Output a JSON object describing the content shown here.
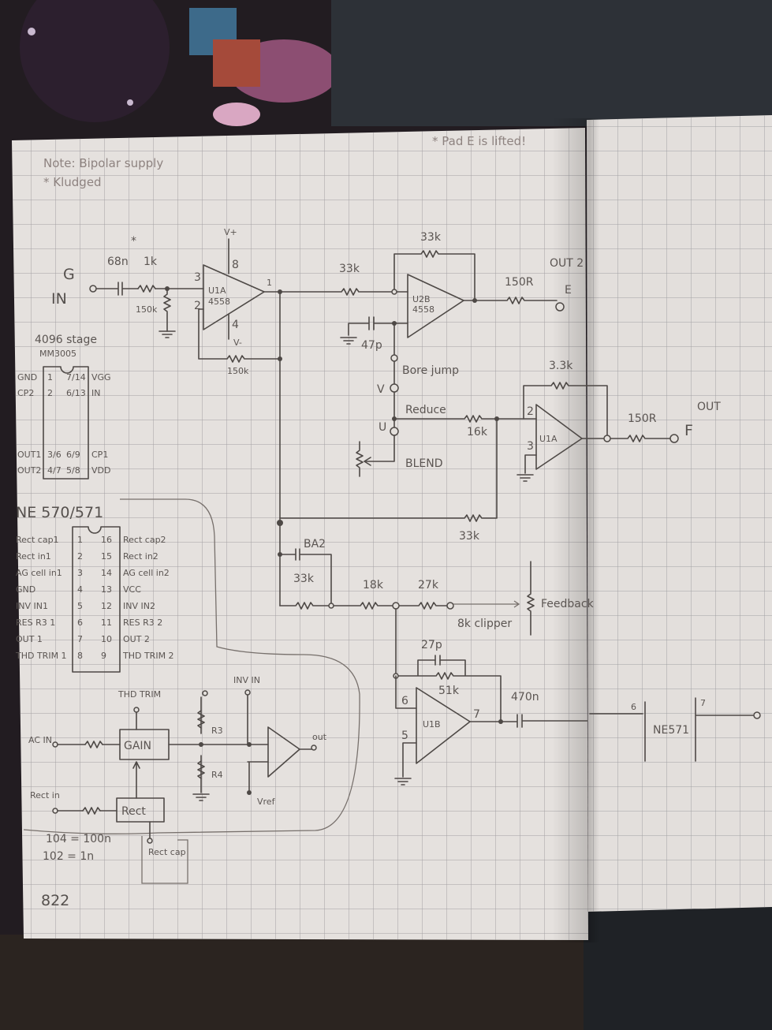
{
  "notes": {
    "supply": "Note: Bipolar supply",
    "kludged": "* Kludged",
    "pad": "* Pad E is lifted!",
    "page_no": "822",
    "cap_code_1": "104 = 100n",
    "cap_code_2": "102 = 1n"
  },
  "input_stage": {
    "g": "G",
    "in": "IN",
    "star": "*",
    "cap": "68n",
    "res": "1k",
    "shunt": "150k",
    "vplus": "V+",
    "vminus": "V-",
    "u": "U1A",
    "part": "4558",
    "pin3": "3",
    "pin2": "2",
    "pin8": "8",
    "pin4": "4",
    "pin1": "1",
    "fb": "150k"
  },
  "u2b_stage": {
    "rin": "33k",
    "rfb": "33k",
    "u": "U2B",
    "part": "4558",
    "cap": "47p",
    "rout": "150R",
    "out_label": "OUT 2",
    "out_letter": "E",
    "star": "*"
  },
  "blend": {
    "bore_jump": "Bore jump",
    "v1": "V",
    "v2": "U",
    "reduce": "Reduce",
    "res": "16k",
    "blend": "BLEND"
  },
  "out_stage": {
    "rfb": "3.3k",
    "u": "U1A",
    "pin_minus": "2",
    "pin_plus": "3",
    "rout": "150R",
    "out_letter": "F",
    "out_label": "OUT",
    "mix_res": "33k"
  },
  "clipper": {
    "cap": "BA2",
    "r1": "33k",
    "r2": "18k",
    "r3": "27k",
    "clipper": "8k clipper",
    "feedback": "Feedback",
    "cfb": "27p",
    "rfb": "51k",
    "u": "U1B",
    "pin6": "6",
    "pin5": "5",
    "pin7": "7",
    "cout": "470n"
  },
  "ne571_right": {
    "label": "NE571",
    "pin6": "6",
    "pin7": "7"
  },
  "mm3005": {
    "title": "4096 stage",
    "part": "MM3005",
    "rows": [
      [
        "GND",
        "1",
        "7/14",
        "VGG"
      ],
      [
        "CP2",
        "2",
        "6/13",
        "IN"
      ],
      [
        "OUT1",
        "3/6",
        "6/9",
        "CP1"
      ],
      [
        "OUT2",
        "4/7",
        "5/8",
        "VDD"
      ]
    ]
  },
  "ne570": {
    "title": "NE 570/571",
    "rows": [
      [
        "Rect cap1",
        "1",
        "16",
        "Rect cap2"
      ],
      [
        "Rect in1",
        "2",
        "15",
        "Rect in2"
      ],
      [
        "AG cell in1",
        "3",
        "14",
        "AG cell in2"
      ],
      [
        "GND",
        "4",
        "13",
        "VCC"
      ],
      [
        "INV IN1",
        "5",
        "12",
        "INV IN2"
      ],
      [
        "RES R3 1",
        "6",
        "11",
        "RES R3 2"
      ],
      [
        "OUT 1",
        "7",
        "10",
        "OUT 2"
      ],
      [
        "THD TRIM 1",
        "8",
        "9",
        "THD TRIM 2"
      ]
    ]
  },
  "block": {
    "ac_in": "AC IN",
    "thd": "THD TRIM",
    "gain": "GAIN",
    "r3": "R3",
    "r4": "R4",
    "inv_in": "INV IN",
    "out": "out",
    "vref": "Vref",
    "rect_in": "Rect in",
    "rect": "Rect",
    "rect_cap": "Rect cap"
  }
}
